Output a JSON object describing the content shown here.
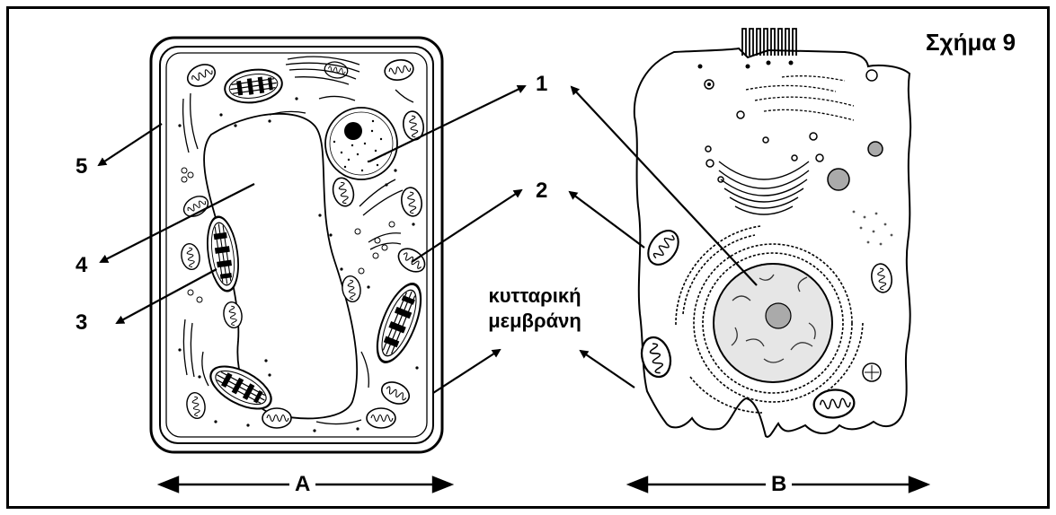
{
  "figure": {
    "title": "Σχήμα 9",
    "labels": {
      "n1": "1",
      "n2": "2",
      "n3": "3",
      "n4": "4",
      "n5": "5",
      "membrane_line1": "κυτταρική",
      "membrane_line2": "μεμβράνη"
    },
    "cells": {
      "plant": "A",
      "animal": "B"
    }
  }
}
